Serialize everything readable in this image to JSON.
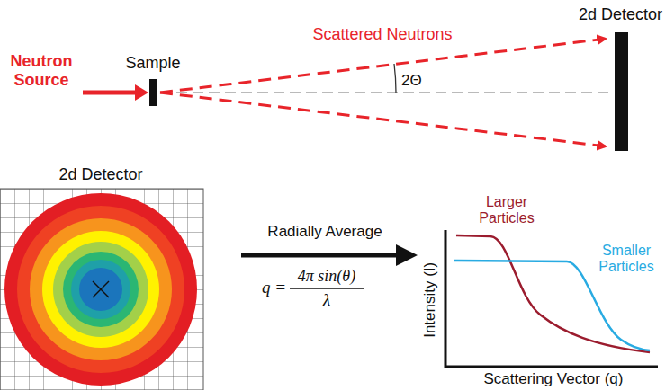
{
  "diagram": {
    "labels": [
      "Neutron Source",
      "Sample",
      "Scattered Neutrons",
      "2Θ",
      "2d Detector",
      "2d Detector",
      "Radially Average",
      "q =",
      "4π sin(θ)",
      "λ",
      "Larger Particles",
      "Smaller Particles",
      "Intensity (I)",
      "Scattering Vector (q)"
    ]
  }
}
